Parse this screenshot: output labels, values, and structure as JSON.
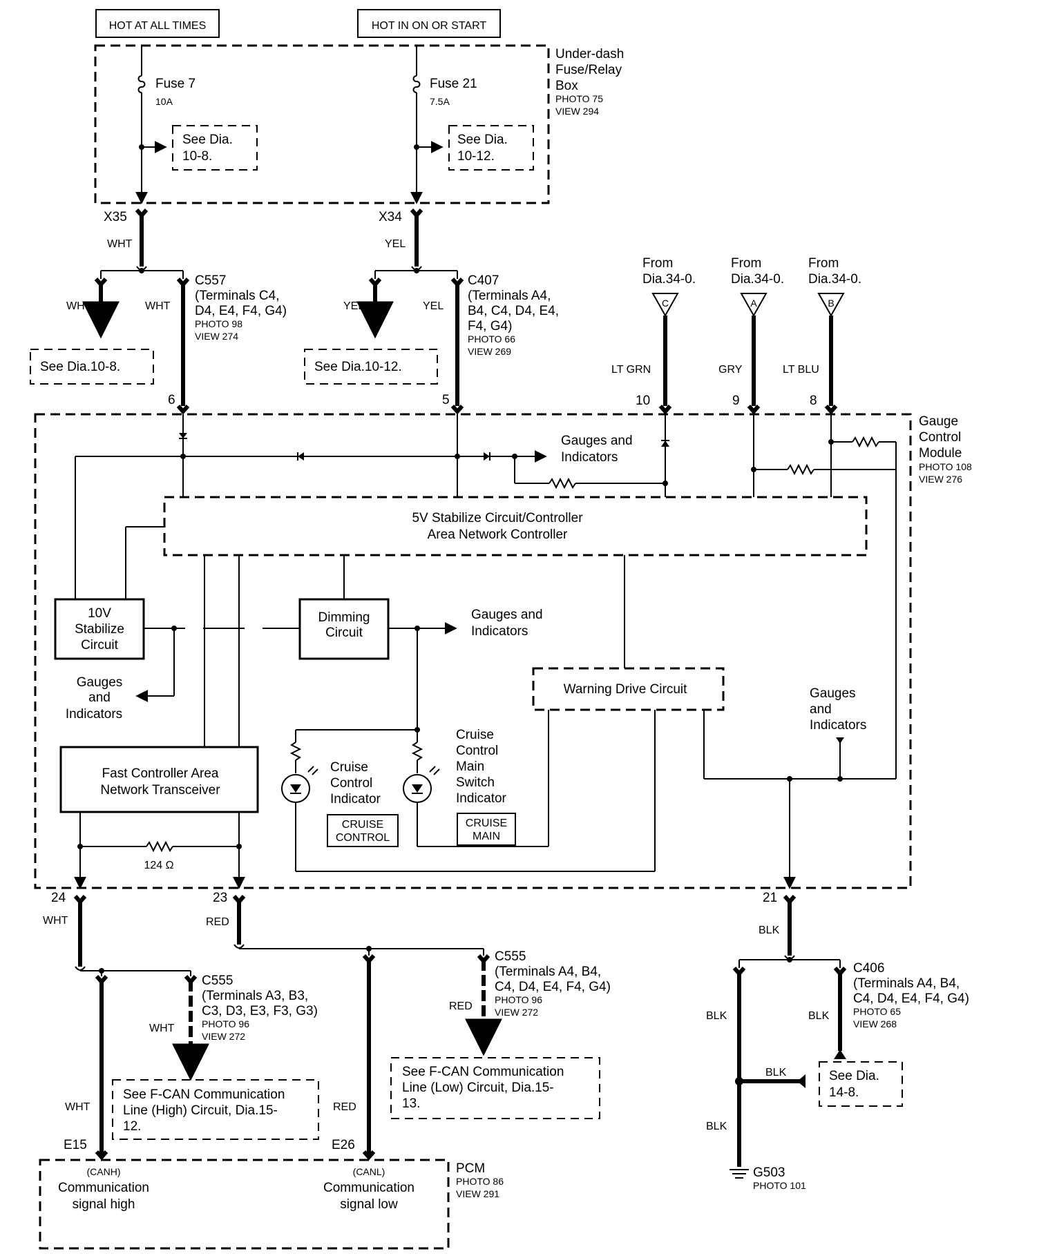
{
  "sources": {
    "hot_at_all_times": "HOT AT ALL TIMES",
    "hot_in_on_or_start": "HOT IN ON OR START"
  },
  "fuse_box": {
    "title_line1": "Under-dash",
    "title_line2": "Fuse/Relay",
    "title_line3": "Box",
    "photo": "PHOTO 75",
    "view": "VIEW 294",
    "fuse7_label": "Fuse 7",
    "fuse7_rating": "10A",
    "fuse21_label": "Fuse 21",
    "fuse21_rating": "7.5A",
    "see_a1": "See Dia.",
    "see_a2": "10-8.",
    "see_b1": "See Dia.",
    "see_b2": "10-12."
  },
  "connectors": {
    "x35": "X35",
    "x34": "X34",
    "c557_title": "C557",
    "c557_l1": "(Terminals C4,",
    "c557_l2": "D4, E4, F4, G4)",
    "c557_photo": "PHOTO 98",
    "c557_view": "VIEW 274",
    "c407_title": "C407",
    "c407_l1": "(Terminals A4,",
    "c407_l2": "B4, C4, D4, E4,",
    "c407_l3": "F4, G4)",
    "c407_photo": "PHOTO 66",
    "c407_view": "VIEW 269",
    "c555a_title": "C555",
    "c555a_l1": "(Terminals A3, B3,",
    "c555a_l2": "C3, D3, E3, F3, G3)",
    "c555a_photo": "PHOTO 96",
    "c555a_view": "VIEW 272",
    "c555b_title": "C555",
    "c555b_l1": "(Terminals A4, B4,",
    "c555b_l2": "C4, D4, E4, F4, G4)",
    "c555b_photo": "PHOTO 96",
    "c555b_view": "VIEW 272",
    "c406_title": "C406",
    "c406_l1": "(Terminals A4, B4,",
    "c406_l2": "C4, D4, E4,  F4, G4)",
    "c406_photo": "PHOTO 65",
    "c406_view": "VIEW 268"
  },
  "wire_colors": {
    "wht": "WHT",
    "yel": "YEL",
    "ltgrn": "LT GRN",
    "gry": "GRY",
    "ltblu": "LT BLU",
    "red": "RED",
    "blk": "BLK"
  },
  "refs": {
    "see_10_8": "See Dia.10-8.",
    "see_10_12": "See Dia.10-12.",
    "from": "From",
    "from_dia": "Dia.34-0.",
    "tag_c": "C",
    "tag_a": "A",
    "tag_b": "B",
    "fcan_high_1": "See F-CAN Communication",
    "fcan_high_2": "Line (High) Circuit, Dia.15-",
    "fcan_high_3": "12.",
    "fcan_low_1": "See F-CAN Communication",
    "fcan_low_2": "Line (Low) Circuit, Dia.15-",
    "fcan_low_3": "13.",
    "see_14_8_1": "See Dia.",
    "see_14_8_2": "14-8."
  },
  "pins": {
    "p6": "6",
    "p5": "5",
    "p10": "10",
    "p9": "9",
    "p8": "8",
    "p24": "24",
    "p23": "23",
    "p21": "21",
    "e15": "E15",
    "e26": "E26"
  },
  "gauge_module": {
    "title_line1": "Gauge",
    "title_line2": "Control",
    "title_line3": "Module",
    "photo": "PHOTO 108",
    "view": "VIEW 276",
    "gauges_and": "Gauges and",
    "indicators": "Indicators",
    "gauges": "Gauges",
    "and": "and",
    "stab5v_1": "5V Stabilize Circuit/Controller",
    "stab5v_2": "Area Network Controller",
    "stab10v_1": "10V",
    "stab10v_2": "Stabilize",
    "stab10v_3": "Circuit",
    "dimming_1": "Dimming",
    "dimming_2": "Circuit",
    "warning": "Warning Drive Circuit",
    "fcan_1": "Fast Controller Area",
    "fcan_2": "Network Transceiver",
    "resistor": "124 Ω",
    "cruise_ind_1": "Cruise",
    "cruise_ind_2": "Control",
    "cruise_ind_3": "Indicator",
    "cruise_badge_1": "CRUISE",
    "cruise_badge_2": "CONTROL",
    "cruise_main_1": "Cruise",
    "cruise_main_2": "Control",
    "cruise_main_3": "Main",
    "cruise_main_4": "Switch",
    "cruise_main_5": "Indicator",
    "main_badge_1": "CRUISE",
    "main_badge_2": "MAIN"
  },
  "pcm": {
    "title": "PCM",
    "photo": "PHOTO 86",
    "view": "VIEW 291",
    "canh": "(CANH)",
    "canh_1": "Communication",
    "canh_2": "signal high",
    "canl": "(CANL)",
    "canl_1": "Communication",
    "canl_2": "signal low"
  },
  "ground": {
    "name": "G503",
    "photo": "PHOTO 101"
  }
}
